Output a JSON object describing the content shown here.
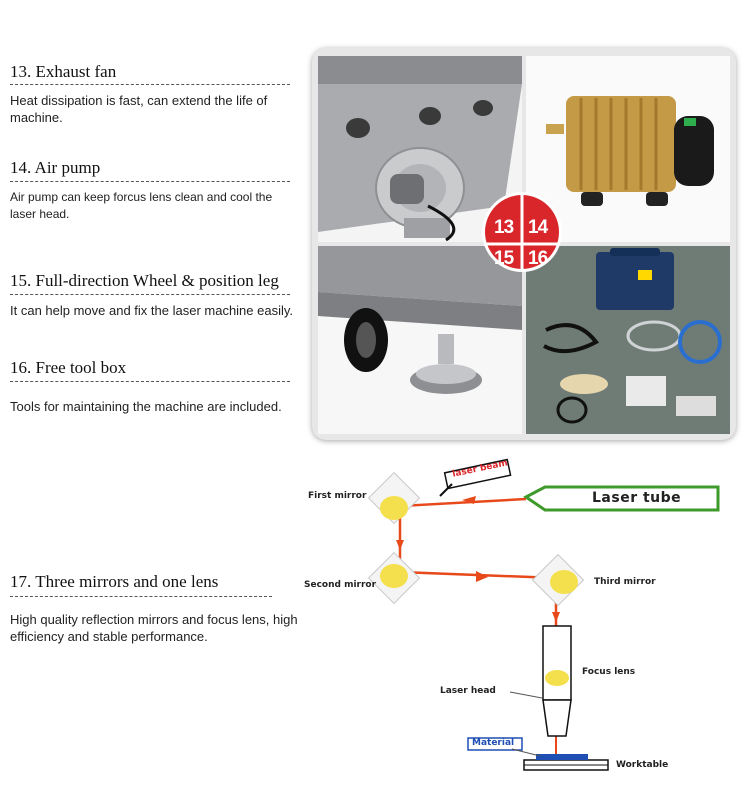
{
  "features": [
    {
      "title": "13. Exhaust fan",
      "desc": "Heat dissipation is fast, can extend the life of machine."
    },
    {
      "title": "14. Air pump",
      "desc": "Air pump can keep forcus lens clean and cool the laser head."
    },
    {
      "title": "15. Full-direction Wheel & position leg",
      "desc": "It can help move and fix the laser machine easily."
    },
    {
      "title": "16. Free tool box",
      "desc": "Tools for maintaining the machine are included."
    },
    {
      "title": "17. Three mirrors and one lens",
      "desc": "High quality reflection mirrors and focus lens, high efficiency and stable performance."
    }
  ],
  "badges": [
    "13",
    "14",
    "15",
    "16"
  ],
  "diagram": {
    "laser_tube": "Laser tube",
    "laser_beam": "laser beam",
    "first_mirror": "First mirror",
    "second_mirror": "Second mirror",
    "third_mirror": "Third mirror",
    "focus_lens": "Focus lens",
    "laser_head": "Laser head",
    "material": "Material",
    "worktable": "Worktable"
  },
  "colors": {
    "badge_red": "#d9262b",
    "beam": "#e8491b",
    "lens_yellow": "#f4e04d",
    "tube_green": "#3d9a2b",
    "material_blue": "#1f4fb3"
  }
}
